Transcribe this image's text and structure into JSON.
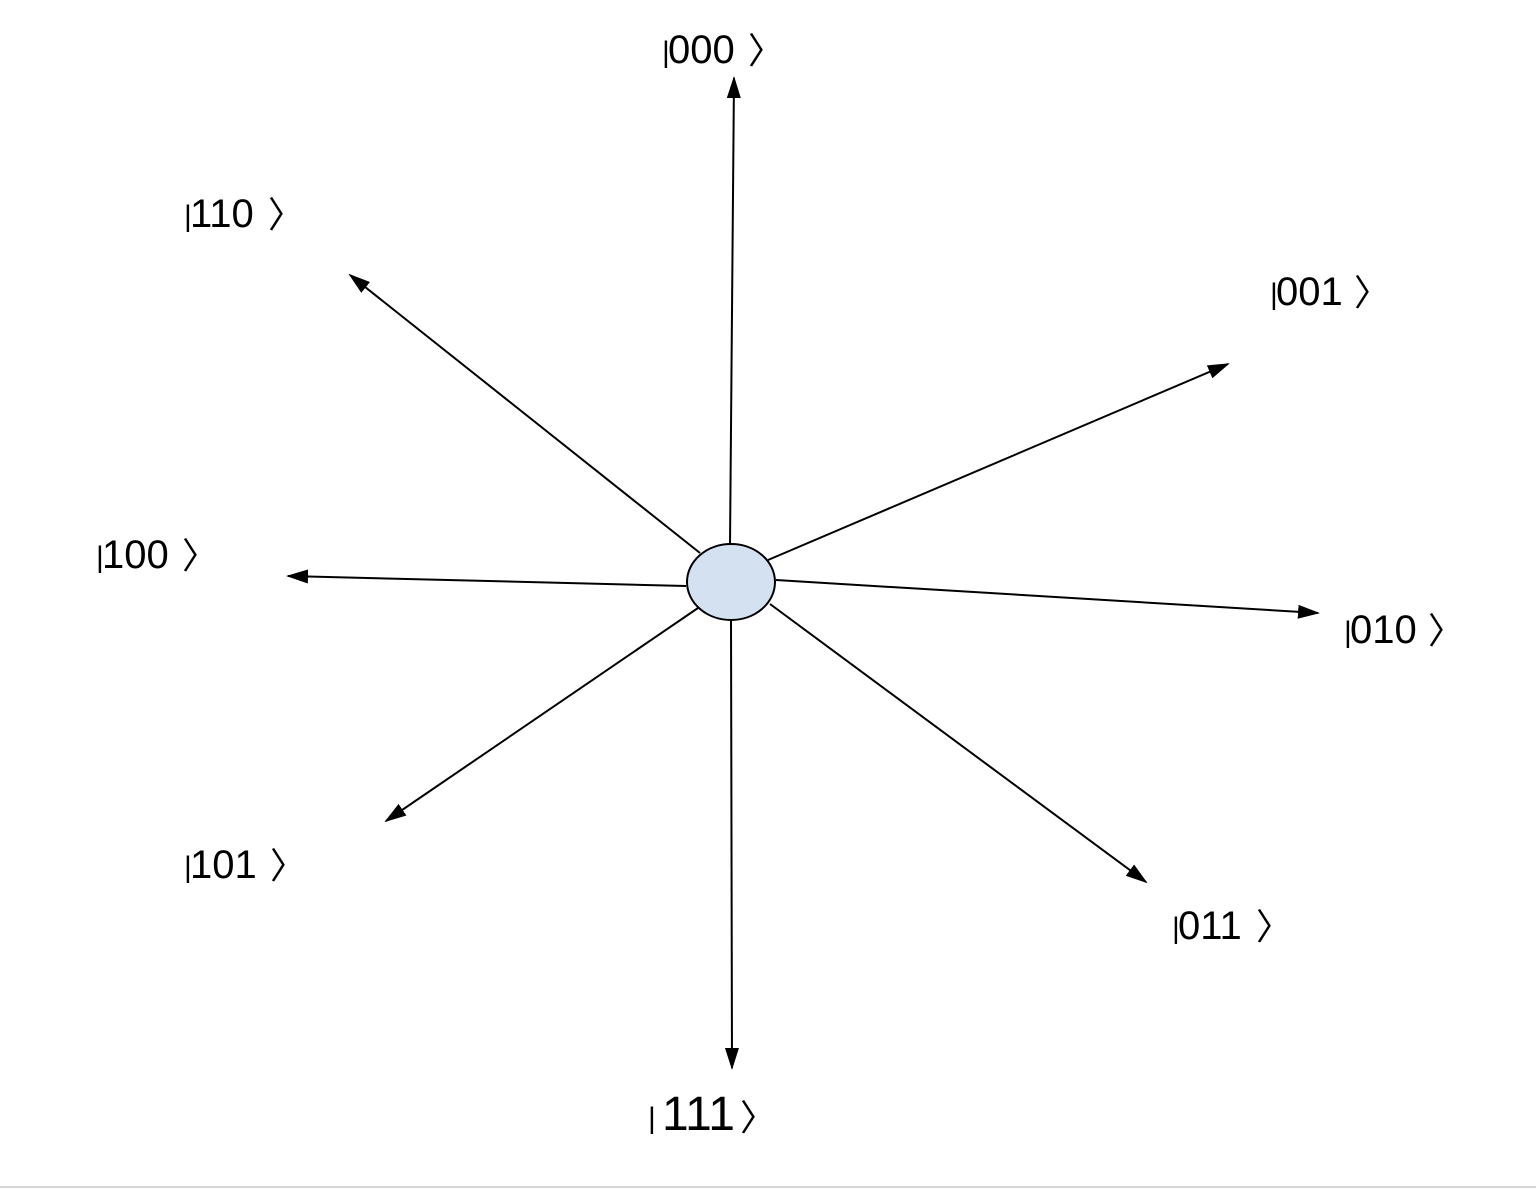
{
  "diagram": {
    "center_node": {
      "fill": "#d3e1f0",
      "stroke": "#000000"
    },
    "arrow_color": "#000000",
    "states": [
      {
        "id": "000",
        "label": "000"
      },
      {
        "id": "001",
        "label": "001"
      },
      {
        "id": "010",
        "label": "010"
      },
      {
        "id": "011",
        "label": "011"
      },
      {
        "id": "111",
        "label": "111"
      },
      {
        "id": "101",
        "label": "101"
      },
      {
        "id": "100",
        "label": "100"
      },
      {
        "id": "110",
        "label": "110"
      }
    ]
  }
}
